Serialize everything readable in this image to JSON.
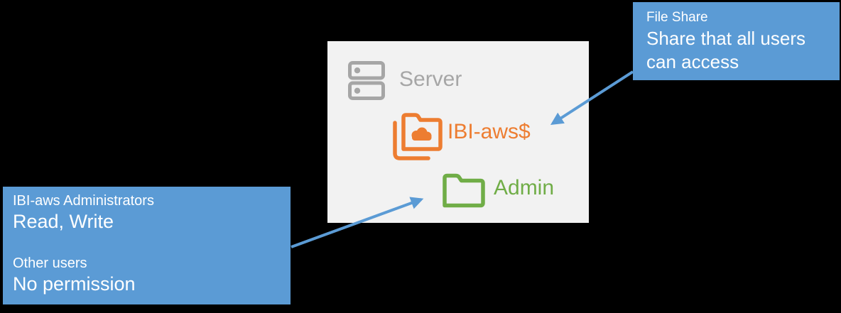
{
  "slide": {
    "background": "#000000"
  },
  "panel": {
    "background": "#F2F2F2",
    "items": [
      {
        "icon": "server-icon",
        "label": "Server",
        "color": "#A6A6A6"
      },
      {
        "icon": "shared-cloud-folder-icon",
        "label": "IBI-aws$",
        "color": "#ED7D31"
      },
      {
        "icon": "folder-icon",
        "label": "Admin",
        "color": "#70AD47"
      }
    ]
  },
  "callouts": {
    "accent_color": "#5B9BD5",
    "text_color": "#FFFFFF",
    "file_share": {
      "title": "File Share",
      "body_line1": "Share that all users",
      "body_line2": "can access"
    },
    "permissions": {
      "group1_label": "IBI-aws Administrators",
      "group1_permission": "Read, Write",
      "group2_label": "Other users",
      "group2_permission": "No permission"
    }
  },
  "arrows": {
    "color": "#5B9BD5"
  }
}
